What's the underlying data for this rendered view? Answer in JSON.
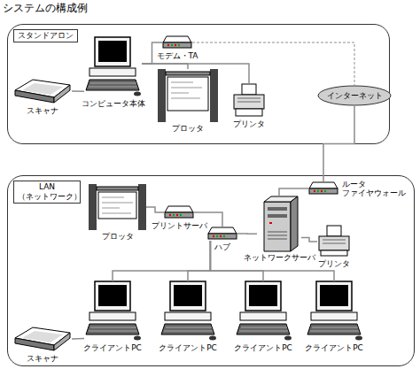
{
  "diagram": {
    "title": "システムの構成例",
    "nodes": [
      {
        "text": [
          "スタンドアロン"
        ]
      },
      {
        "text": [
          "スキャナ"
        ],
        "in": 0
      },
      {
        "text": [
          "コンピュータ本体"
        ],
        "in": 0
      },
      {
        "text": [
          "モデム・TA"
        ],
        "in": 0
      },
      {
        "text": [
          "プロッタ"
        ],
        "in": 0
      },
      {
        "text": [
          "プリンタ"
        ],
        "in": 0
      },
      {
        "text": [
          "インターネット"
        ]
      },
      {
        "text": [
          "LAN （ネットワーク）"
        ]
      },
      {
        "text": [
          "プロッタ"
        ],
        "in": 7
      },
      {
        "text": [
          "プリントサーバ"
        ],
        "in": 7
      },
      {
        "text": [
          "ルータ ファイヤウォール"
        ],
        "in": 7
      },
      {
        "text": [
          "ハブ"
        ],
        "in": 7
      },
      {
        "text": [
          "ネットワークサーバ"
        ],
        "in": 7
      },
      {
        "text": [
          "プリンタ"
        ],
        "in": 7
      },
      {
        "text": [
          "スキャナ"
        ],
        "in": 7
      },
      {
        "text": [
          "クライアントPC"
        ],
        "in": 7
      },
      {
        "text": [
          "クライアントPC"
        ],
        "in": 7
      },
      {
        "text": [
          "クライアントPC"
        ],
        "in": 7
      },
      {
        "text": [
          "クライアントPC"
        ],
        "in": 7
      }
    ],
    "edges": [
      {
        "from": 1,
        "to": 2,
        "arrow": "none"
      },
      {
        "from": 2,
        "to": 3,
        "arrow": "none"
      },
      {
        "from": 2,
        "to": 4,
        "arrow": "none"
      },
      {
        "from": 2,
        "to": 5,
        "arrow": "none"
      },
      {
        "from": 3,
        "to": 6,
        "arrow": "none"
      },
      {
        "from": 6,
        "to": 10,
        "arrow": "none"
      },
      {
        "from": 10,
        "to": 12,
        "arrow": "none"
      },
      {
        "from": 8,
        "to": 9,
        "arrow": "none"
      },
      {
        "from": 9,
        "to": 11,
        "arrow": "none"
      },
      {
        "from": 11,
        "to": 12,
        "arrow": "none"
      },
      {
        "from": 12,
        "to": 13,
        "arrow": "none"
      },
      {
        "from": 11,
        "to": 15,
        "arrow": "none"
      },
      {
        "from": 11,
        "to": 16,
        "arrow": "none"
      },
      {
        "from": 11,
        "to": 17,
        "arrow": "none"
      },
      {
        "from": 11,
        "to": 18,
        "arrow": "none"
      },
      {
        "from": 14,
        "to": 15,
        "arrow": "none"
      }
    ]
  }
}
